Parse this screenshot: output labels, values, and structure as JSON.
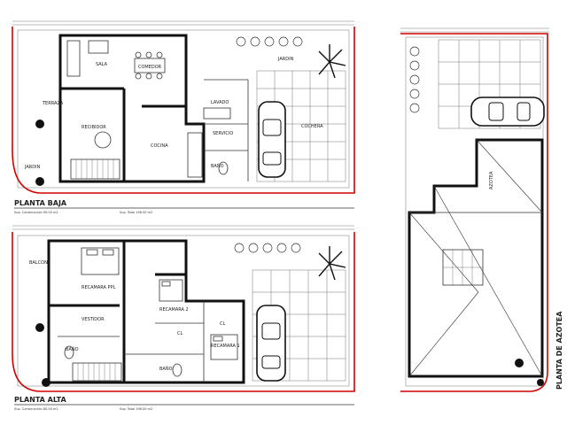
{
  "plans": {
    "baja": {
      "title": "PLANTA BAJA",
      "sup_construccion": "Sup. Construcción 90.00 m2",
      "sup_total": "Sup. Total 198.00 m2",
      "rooms": {
        "sala": "SALA",
        "comedor": "COMEDOR",
        "terraza": "TERRAZA",
        "recibidor": "RECIBIDOR",
        "jardin_izq": "JARDIN",
        "cocina": "COCINA",
        "lavado": "LAVADO",
        "servicio": "SERVICIO",
        "bano": "BAÑO",
        "jardin_der": "JARDIN",
        "cochera": "COCHERA"
      }
    },
    "alta": {
      "title": "PLANTA ALTA",
      "sup_construccion": "Sup. Construcción 80.00 m2",
      "sup_total": "Sup. Total 198.00 m2",
      "rooms": {
        "balcon": "BALCON",
        "recamara_ppl": "RECAMARA PPL",
        "vestidor": "VESTIDOR",
        "bano_1": "BAÑO",
        "recamara_2": "RECAMARA 2",
        "cl_1": "CL",
        "cl_2": "CL",
        "recamara_1": "RECAMARA 1",
        "bano_2": "BAÑO"
      }
    },
    "azotea": {
      "title": "PLANTA DE AZOTEA",
      "rooms": {
        "azotea": "AZOTEA"
      }
    }
  }
}
